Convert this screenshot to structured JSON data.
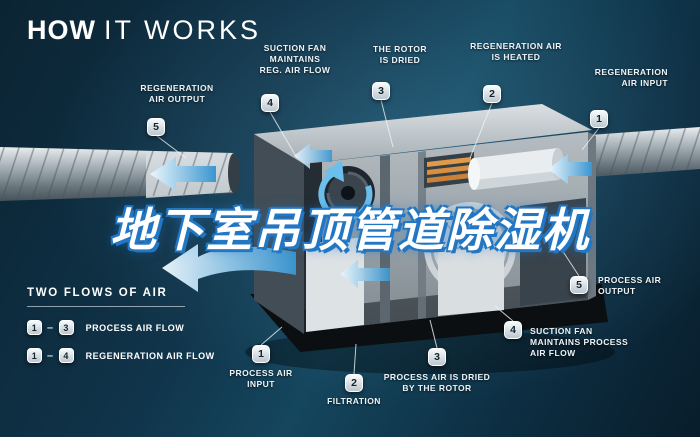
{
  "title": {
    "bold": "HOW",
    "light": "IT WORKS"
  },
  "watermark": {
    "text": "地下室吊顶管道除湿机"
  },
  "legend": {
    "heading": "TWO FLOWS OF AIR",
    "dash": "–",
    "rows": [
      {
        "start": "1",
        "end": "3",
        "label": "PROCESS AIR FLOW"
      },
      {
        "start": "1",
        "end": "4",
        "label": "REGENERATION AIR FLOW"
      }
    ]
  },
  "callouts": {
    "top": [
      {
        "num": "5",
        "label": "REGENERATION\nAIR OUTPUT"
      },
      {
        "num": "4",
        "label": "SUCTION FAN\nMAINTAINS\nREG. AIR FLOW"
      },
      {
        "num": "3",
        "label": "THE ROTOR\nIS DRIED"
      },
      {
        "num": "2",
        "label": "REGENERATION AIR\nIS HEATED"
      },
      {
        "num": "1",
        "label": "REGENERATION\nAIR INPUT"
      }
    ],
    "bottom": [
      {
        "num": "1",
        "label": "PROCESS AIR\nINPUT"
      },
      {
        "num": "2",
        "label": "FILTRATION"
      },
      {
        "num": "3",
        "label": "PROCESS AIR IS DRIED\nBY THE ROTOR"
      },
      {
        "num": "4",
        "label": "SUCTION FAN\nMAINTAINS PROCESS\nAIR FLOW"
      },
      {
        "num": "5",
        "label": "PROCESS AIR\nOUTPUT"
      }
    ]
  },
  "colors": {
    "background": "#0e3042",
    "accent_blue": "#58b2e3",
    "heater_orange": "#d88f3f",
    "metal_light": "#dfe4e7",
    "badge_text": "#13242e"
  }
}
